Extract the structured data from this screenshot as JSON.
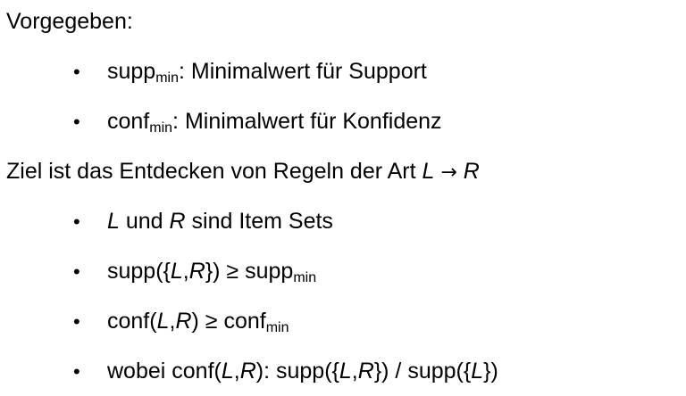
{
  "heading1": "Vorgegeben:",
  "given": [
    {
      "base": "supp",
      "sub": "min",
      "desc": ": Minimalwert für Support"
    },
    {
      "base": "conf",
      "sub": "min",
      "desc": ": Minimalwert für Konfidenz"
    }
  ],
  "heading2": {
    "text": "Ziel ist das Entdecken von Regeln der Art ",
    "left": "L",
    "arrow": "→",
    "right": "R"
  },
  "goals": {
    "item1": {
      "l": "L",
      "mid": " und ",
      "r": "R",
      "rest": " sind Item Sets"
    },
    "item2": {
      "pre": "supp({",
      "l": "L",
      "comma": ",",
      "r": "R",
      "post": "}) ≥ supp",
      "sub": "min"
    },
    "item3": {
      "pre": "conf(",
      "l": "L",
      "comma": ",",
      "r": "R",
      "post": ") ≥ conf",
      "sub": "min"
    },
    "item4": {
      "pre": "wobei conf(",
      "l": "L",
      "comma": ",",
      "r": "R",
      "mid": "): supp({",
      "l2": "L",
      "comma2": ",",
      "r2": "R",
      "mid2": "}) / supp({",
      "l3": "L",
      "post": "})"
    }
  },
  "bullet": "•"
}
